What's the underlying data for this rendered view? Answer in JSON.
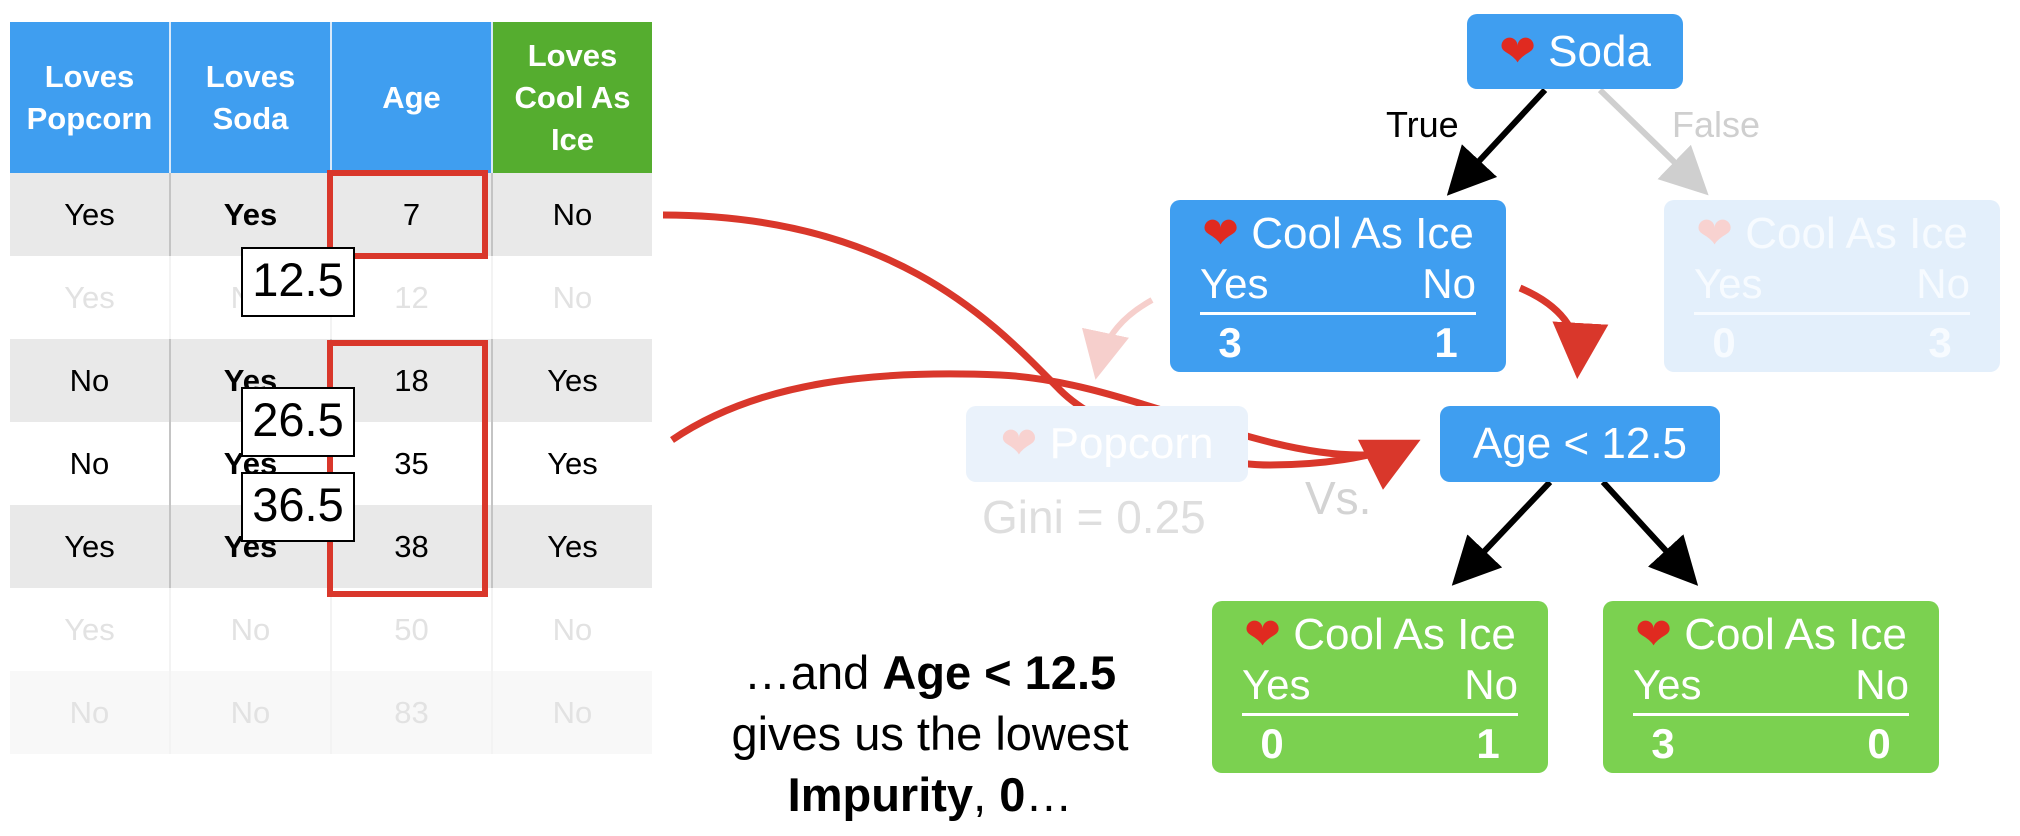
{
  "table": {
    "headers": [
      "Loves Popcorn",
      "Loves Soda",
      "Age",
      "Loves Cool As Ice"
    ],
    "rows": [
      {
        "popcorn": "Yes",
        "soda": "Yes",
        "age": "7",
        "cool": "No"
      },
      {
        "popcorn": "Yes",
        "soda": "No",
        "age": "12",
        "cool": "No"
      },
      {
        "popcorn": "No",
        "soda": "Yes",
        "age": "18",
        "cool": "Yes"
      },
      {
        "popcorn": "No",
        "soda": "Yes",
        "age": "35",
        "cool": "Yes"
      },
      {
        "popcorn": "Yes",
        "soda": "Yes",
        "age": "38",
        "cool": "Yes"
      },
      {
        "popcorn": "Yes",
        "soda": "No",
        "age": "50",
        "cool": "No"
      },
      {
        "popcorn": "No",
        "soda": "No",
        "age": "83",
        "cool": "No"
      }
    ],
    "thresholds": [
      "12.5",
      "26.5",
      "36.5"
    ]
  },
  "tree": {
    "root": {
      "title": "Soda"
    },
    "edge_true": "True",
    "edge_false": "False",
    "left_node": {
      "title": "Cool As Ice",
      "yes_label": "Yes",
      "no_label": "No",
      "yes": "3",
      "no": "1"
    },
    "right_node": {
      "title": "Cool As Ice",
      "yes_label": "Yes",
      "no_label": "No",
      "yes": "0",
      "no": "3"
    },
    "popcorn_node": {
      "title": "Popcorn",
      "gini": "Gini = 0.25"
    },
    "vs": "Vs.",
    "age_node": {
      "title": "Age < 12.5"
    },
    "leaf_left": {
      "title": "Cool As Ice",
      "yes_label": "Yes",
      "no_label": "No",
      "yes": "0",
      "no": "1"
    },
    "leaf_right": {
      "title": "Cool As Ice",
      "yes_label": "Yes",
      "no_label": "No",
      "yes": "3",
      "no": "0"
    }
  },
  "caption": {
    "line1_pre": "…and ",
    "line1_bold": "Age < 12.5",
    "line2": "gives us the lowest",
    "line3_bold": "Impurity",
    "line3_sep": ", ",
    "line3_bold2": "0",
    "line3_post": "…"
  },
  "colors": {
    "header_blue": "#3f9ef0",
    "target_green": "#55ad2f",
    "leaf_green": "#7bd150",
    "accent_red": "#d9372b"
  }
}
